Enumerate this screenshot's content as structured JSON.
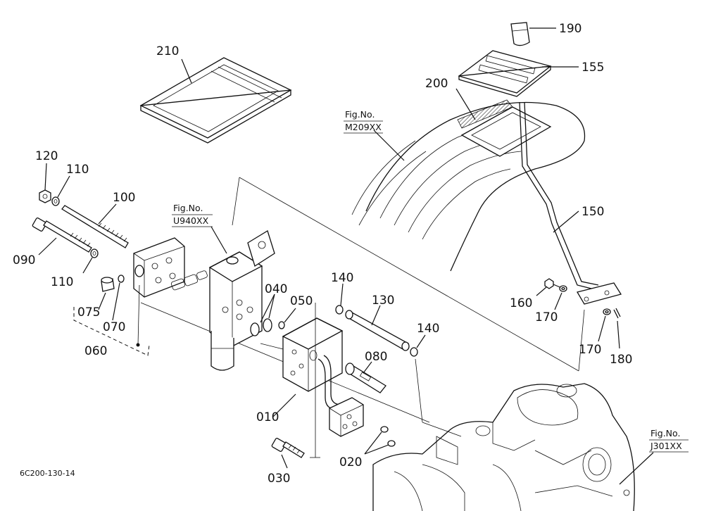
{
  "diagram": {
    "part_labels": {
      "p190": "190",
      "p155": "155",
      "p210": "210",
      "p200": "200",
      "p120": "120",
      "p110a": "110",
      "p100": "100",
      "p090": "090",
      "p110b": "110",
      "p075": "075",
      "p070": "070",
      "p060": "060",
      "p040": "040",
      "p050": "050",
      "p140a": "140",
      "p130": "130",
      "p140b": "140",
      "p080": "080",
      "p010": "010",
      "p030": "030",
      "p020": "020",
      "p150": "150",
      "p160": "160",
      "p170a": "170",
      "p170b": "170",
      "p180": "180"
    },
    "figure_refs": {
      "u940": {
        "line1": "Fig.No.",
        "line2": "U940XX"
      },
      "m209": {
        "line1": "Fig.No.",
        "line2": "M209XX"
      },
      "j301": {
        "line1": "Fig.No.",
        "line2": "J301XX"
      }
    },
    "drawing_code": "6C200-130-14"
  }
}
